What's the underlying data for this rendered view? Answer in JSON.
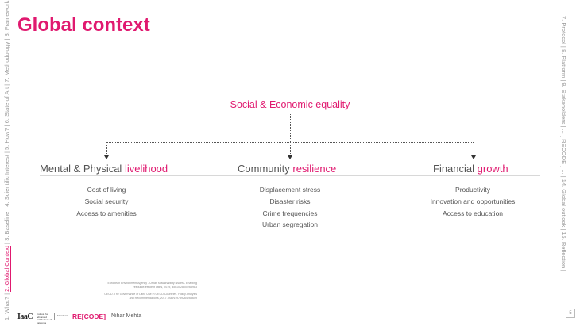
{
  "title": "Global context",
  "root_node": "Social & Economic equality",
  "columns": [
    {
      "head_prefix": "Mental & Physical ",
      "head_accent": "livelihood",
      "items": [
        "Cost of living",
        "Social security",
        "Access to amenities"
      ]
    },
    {
      "head_prefix": "Community ",
      "head_accent": "resilience",
      "items": [
        "Displacement stress",
        "Disaster risks",
        "Crime frequencies",
        "Urban segregation"
      ]
    },
    {
      "head_prefix": "Financial ",
      "head_accent": "growth",
      "items": [
        "Productivity",
        "Innovation and opportunities",
        "Access to education"
      ]
    }
  ],
  "left_nav": {
    "before": "1. What? | ",
    "active": "2. Global Context",
    "after": " | 3. Baseline | 4. Scientific Interest | 5. How? | 6. State of Art | 7. Methodology | 8. Framework |"
  },
  "right_nav": "7. Protocol | 8. Platform | 9. Stakeholders | ... [ RECODE ] ... | 14. Global outlook | 15. Reflection |",
  "page_number": "5",
  "references": [
    "European Environment Agency - Urban sustainability issues - Enabling resource-efficient cities, 2019, doi:10.2800/263983",
    "OECD. The Governance of Land Use in OECD Countries. Policy Analysis and Recommendations, 2017. ISBN: 9789264268609"
  ],
  "footer": {
    "iaac_logo": "IaaC",
    "iaac_small": "institute for advanced architecture of catalonia",
    "partner_small": "barcelona",
    "recode_logo": "RE[CODE]",
    "author": "Nihar Mehta"
  },
  "colors": {
    "accent": "#e0196f",
    "text": "#555555"
  }
}
